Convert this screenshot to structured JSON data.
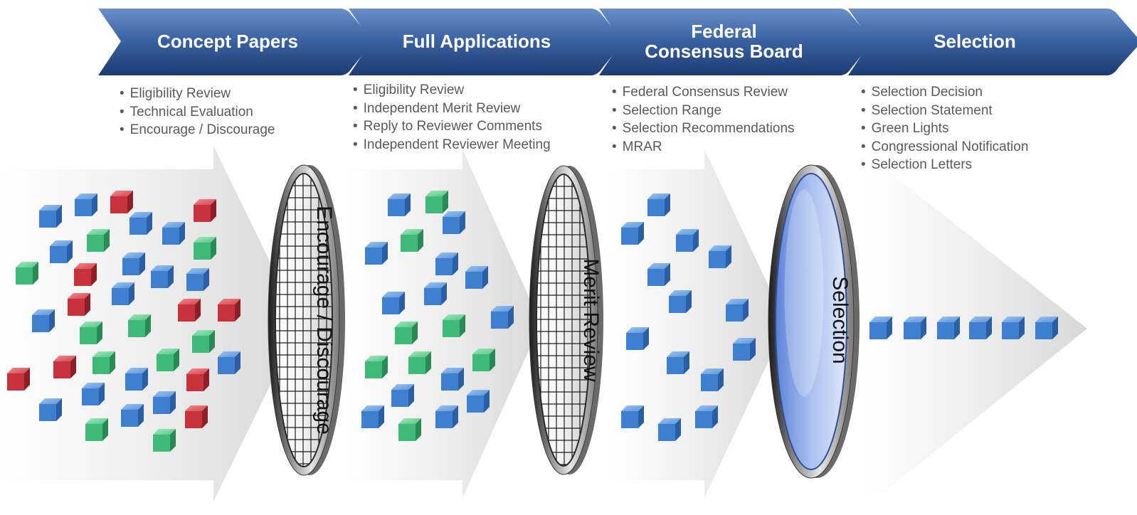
{
  "stages": [
    {
      "title": "Concept Papers",
      "items": [
        "Eligibility Review",
        "Technical Evaluation",
        "Encourage / Discourage"
      ]
    },
    {
      "title": "Full Applications",
      "items": [
        "Eligibility Review",
        "Independent Merit Review",
        "Reply to Reviewer Comments",
        "Independent Reviewer Meeting"
      ]
    },
    {
      "title": "Federal Consensus Board",
      "items": [
        "Federal Consensus Review",
        "Selection Range",
        "Selection Recommendations",
        "MRAR"
      ]
    },
    {
      "title": "Selection",
      "items": [
        "Selection Decision",
        "Selection Statement",
        "Green Lights",
        "Congressional Notification",
        "Selection Letters"
      ]
    }
  ],
  "filters": [
    {
      "label": "Encourage / Discourage",
      "style": "mesh"
    },
    {
      "label": "Merit Review",
      "style": "mesh"
    },
    {
      "label": "Selection",
      "style": "lens"
    }
  ],
  "colors": {
    "chevron_top": "#4f78b5",
    "chevron_bottom": "#1e3f78",
    "cube_blue": "#3f7fd0",
    "cube_green": "#3fba78",
    "cube_red": "#c8323c",
    "text": "#5a5a5a"
  }
}
